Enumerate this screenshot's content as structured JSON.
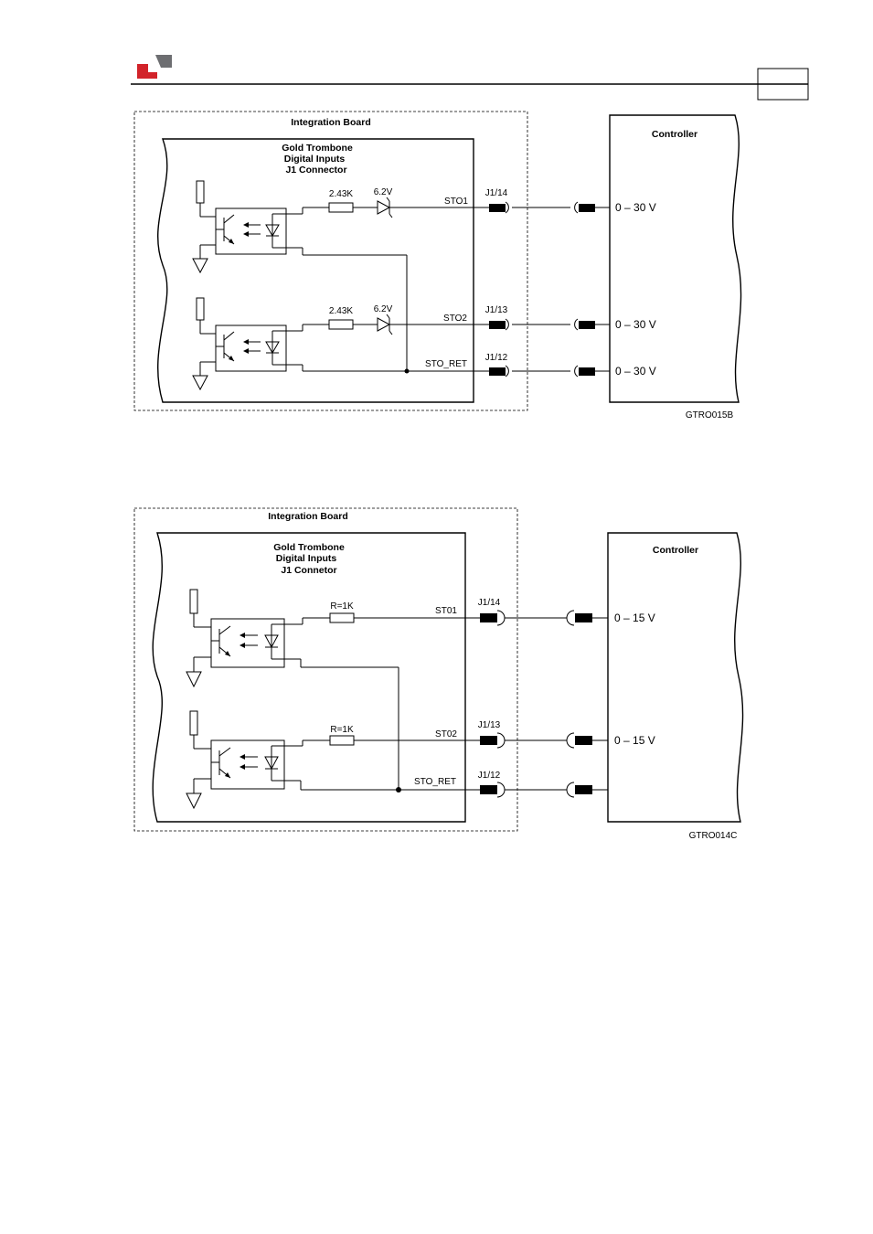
{
  "header": {
    "logo_colors": {
      "red": "#d2232a",
      "gray": "#6d6e71"
    },
    "page_box": ""
  },
  "diagram1": {
    "integration_board": "Integration Board",
    "board_title": [
      "Gold Trombone",
      "Digital Inputs",
      "J1 Connector"
    ],
    "controller": "Controller",
    "resistor_1": "2.43K",
    "zener_1": "6.2V",
    "resistor_2": "2.43K",
    "zener_2": "6.2V",
    "signals": [
      "STO1",
      "STO2",
      "STO_RET"
    ],
    "pins": [
      "J1/14",
      "J1/13",
      "J1/12"
    ],
    "voltages": [
      "0 – 30 V",
      "0 – 30 V",
      "0 – 30 V"
    ],
    "figure_id": "GTRO015B"
  },
  "diagram2": {
    "integration_board": "Integration Board",
    "board_title": [
      "Gold Trombone",
      "Digital Inputs",
      "J1 Connetor"
    ],
    "controller": "Controller",
    "resistor_1": "R=1K",
    "resistor_2": "R=1K",
    "signals": [
      "ST01",
      "ST02",
      "STO_RET"
    ],
    "pins": [
      "J1/14",
      "J1/13",
      "J1/12"
    ],
    "voltages": [
      "0 – 15 V",
      "0 – 15 V"
    ],
    "figure_id": "GTRO014C"
  }
}
